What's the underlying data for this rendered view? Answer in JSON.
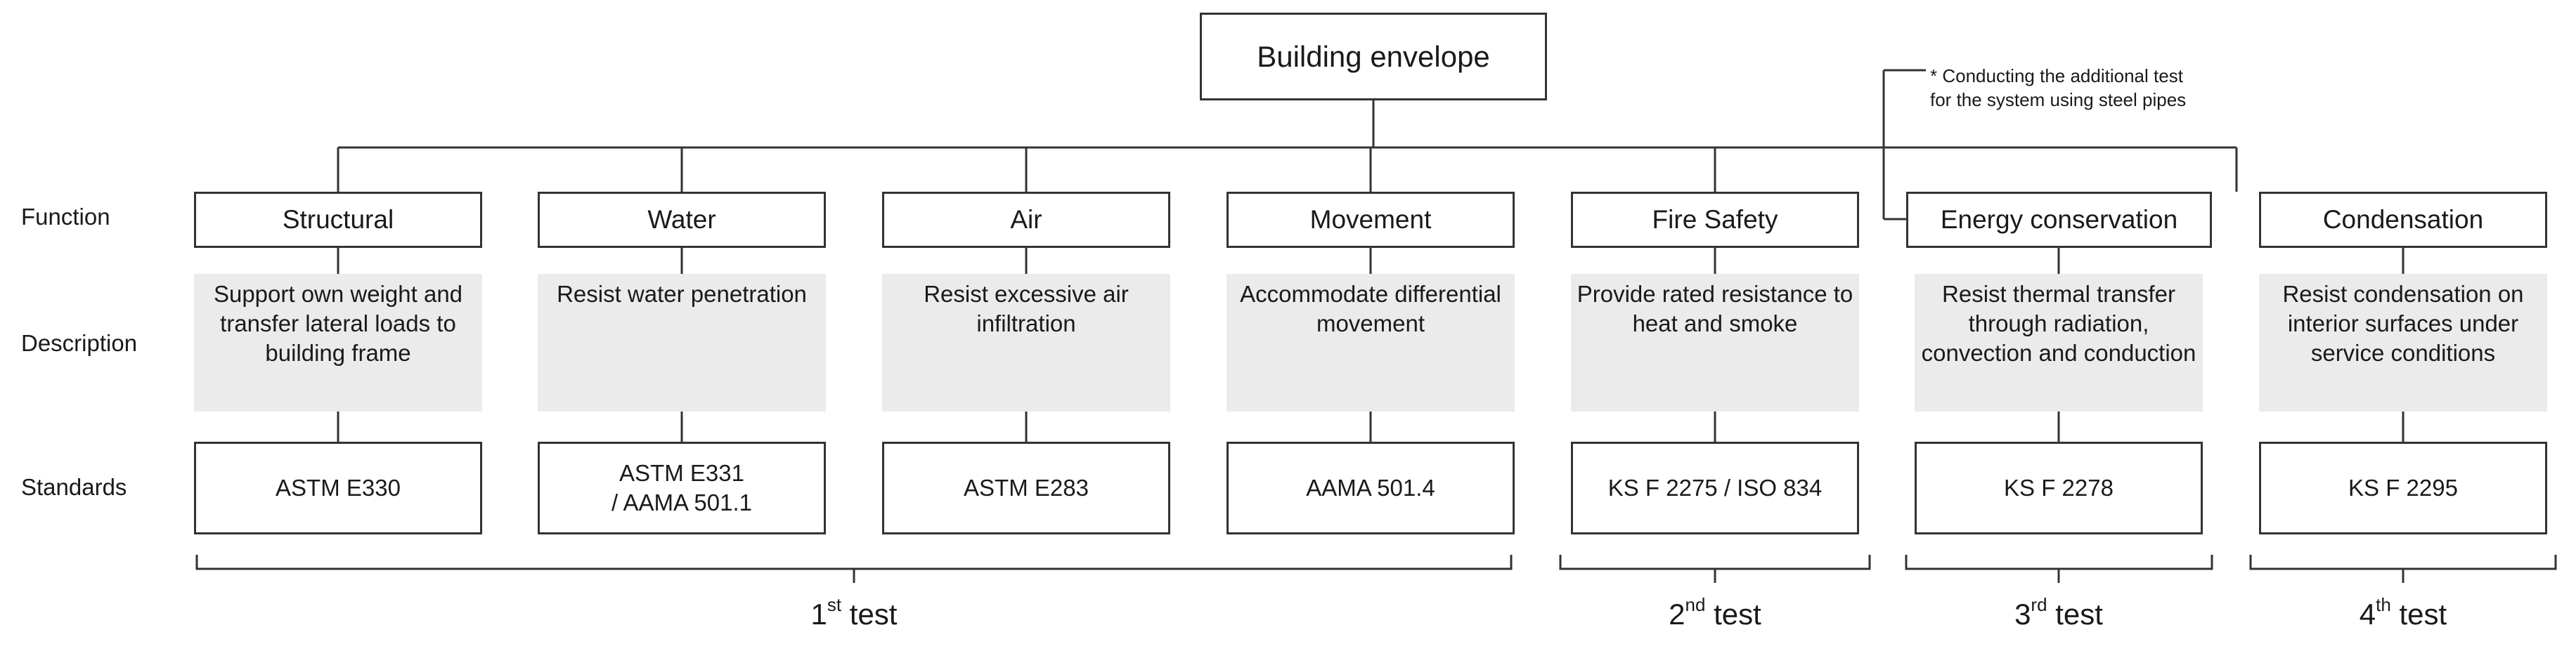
{
  "root": {
    "label": "Building envelope"
  },
  "note": {
    "line1": "* Conducting the additional test",
    "line2": "for the system using steel pipes"
  },
  "row_labels": {
    "function": "Function",
    "description": "Description",
    "standards": "Standards"
  },
  "columns": [
    {
      "function": "Structural",
      "description": "Support own weight and transfer lateral loads to building frame",
      "standard_line1": "ASTM  E330",
      "standard_line2": ""
    },
    {
      "function": "Water",
      "description": "Resist water penetration",
      "standard_line1": "ASTM  E331",
      "standard_line2": "/ AAMA  501.1"
    },
    {
      "function": "Air",
      "description": "Resist excessive air infiltration",
      "standard_line1": "ASTM  E283",
      "standard_line2": ""
    },
    {
      "function": "Movement",
      "description": "Accommodate differential  movement",
      "standard_line1": "AAMA  501.4",
      "standard_line2": ""
    },
    {
      "function": "Fire Safety",
      "description": "Provide rated resistance to heat and smoke",
      "standard_line1": "KS F 2275 / ISO 834",
      "standard_line2": ""
    },
    {
      "function": "Energy  conservation",
      "description": "Resist thermal transfer through radiation, convection and conduction",
      "standard_line1": "KS F 2278",
      "standard_line2": ""
    },
    {
      "function": "Condensation",
      "description": "Resist condensation on interior surfaces under service conditions",
      "standard_line1": "KS F 2295",
      "standard_line2": ""
    }
  ],
  "tests": [
    {
      "number": "1",
      "suffix": "st",
      "word": " test"
    },
    {
      "number": "2",
      "suffix": "nd",
      "word": " test"
    },
    {
      "number": "3",
      "suffix": "rd",
      "word": " test"
    },
    {
      "number": "4",
      "suffix": "th",
      "word": " test"
    }
  ]
}
